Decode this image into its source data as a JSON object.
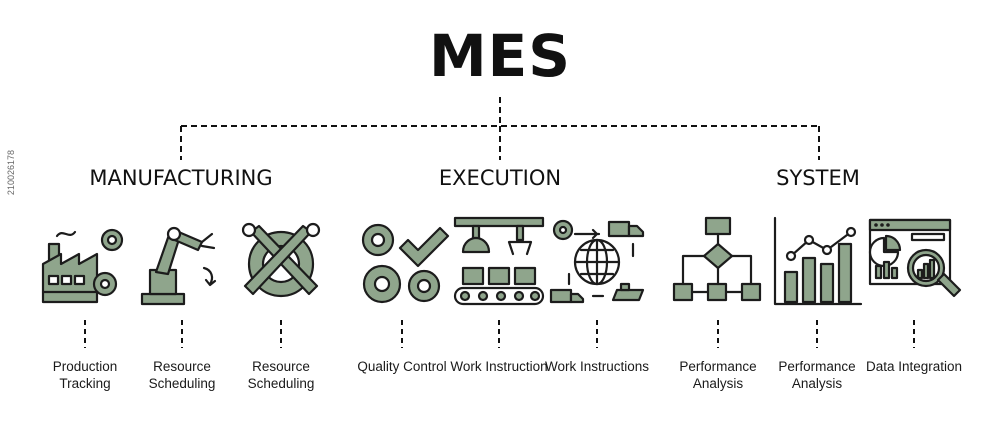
{
  "title": "MES",
  "categories": [
    "MANUFACTURING",
    "EXECUTION",
    "SYSTEM"
  ],
  "items": [
    {
      "label": "Production Tracking",
      "icon": "factory-gears-icon"
    },
    {
      "label": "Resource Scheduling",
      "icon": "robotic-arm-icon"
    },
    {
      "label": "Resource Scheduling",
      "icon": "wrench-gear-icon"
    },
    {
      "label": "Quality Control",
      "icon": "gears-checkmark-icon"
    },
    {
      "label": "Work Instruction",
      "icon": "conveyor-robot-icon"
    },
    {
      "label": "Work Instructions",
      "icon": "global-logistics-icon"
    },
    {
      "label": "Performance Analysis",
      "icon": "flowchart-icon"
    },
    {
      "label": "Performance Analysis",
      "icon": "bar-line-chart-icon"
    },
    {
      "label": "Data Integration",
      "icon": "browser-magnifier-icon"
    }
  ],
  "stock_id": "210026178",
  "colors": {
    "icon_fill": "#8fa58c",
    "stroke": "#1c1c1c",
    "text": "#111111"
  }
}
